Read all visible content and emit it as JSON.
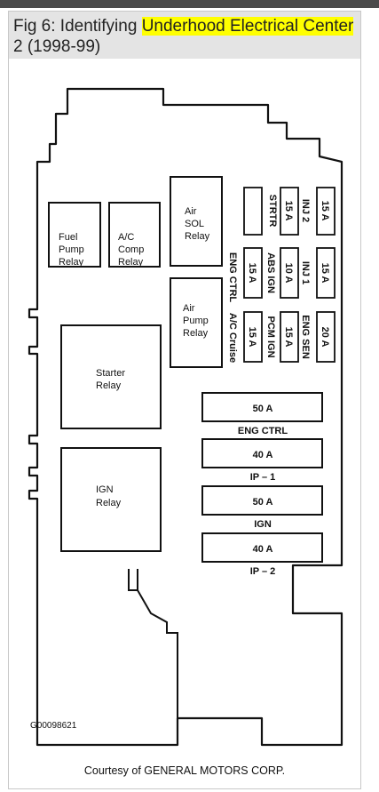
{
  "caption": {
    "prefix": "Fig 6: Identifying ",
    "highlight": "Underhood Electrical Center",
    "suffix": "2 (1998-99)"
  },
  "relays": {
    "fuel_pump": [
      "Fuel",
      "Pump",
      "Relay"
    ],
    "ac_comp": [
      "A/C",
      "Comp",
      "Relay"
    ],
    "air_sol": [
      "Air",
      "SOL",
      "Relay"
    ],
    "air_pump": [
      "Air",
      "Pump",
      "Relay"
    ],
    "starter": [
      "Starter",
      "Relay"
    ],
    "ign": [
      "IGN",
      "Relay"
    ]
  },
  "small_fuses": {
    "strtr": "STRTR",
    "col1": [
      "15 A",
      "15 A",
      "15 A"
    ],
    "col2_labels": [
      "INJ 2",
      "INJ 1",
      "ENG SEN"
    ],
    "col2_values": [
      "15 A",
      "15 A",
      "20 A"
    ],
    "mid_labels": [
      "ABS IGN",
      "PCM IGN"
    ],
    "mid_values": [
      "10 A",
      "15 A"
    ],
    "left_labels": [
      "ENG CTRL",
      "A/C Cruise"
    ]
  },
  "maxi_fuses": [
    {
      "value": "50 A",
      "label": "ENG CTRL"
    },
    {
      "value": "40 A",
      "label": "IP – 1"
    },
    {
      "value": "50 A",
      "label": "IGN"
    },
    {
      "value": "40 A",
      "label": "IP – 2"
    }
  ],
  "code": "G00098621",
  "credit": "Courtesy of GENERAL MOTORS CORP."
}
